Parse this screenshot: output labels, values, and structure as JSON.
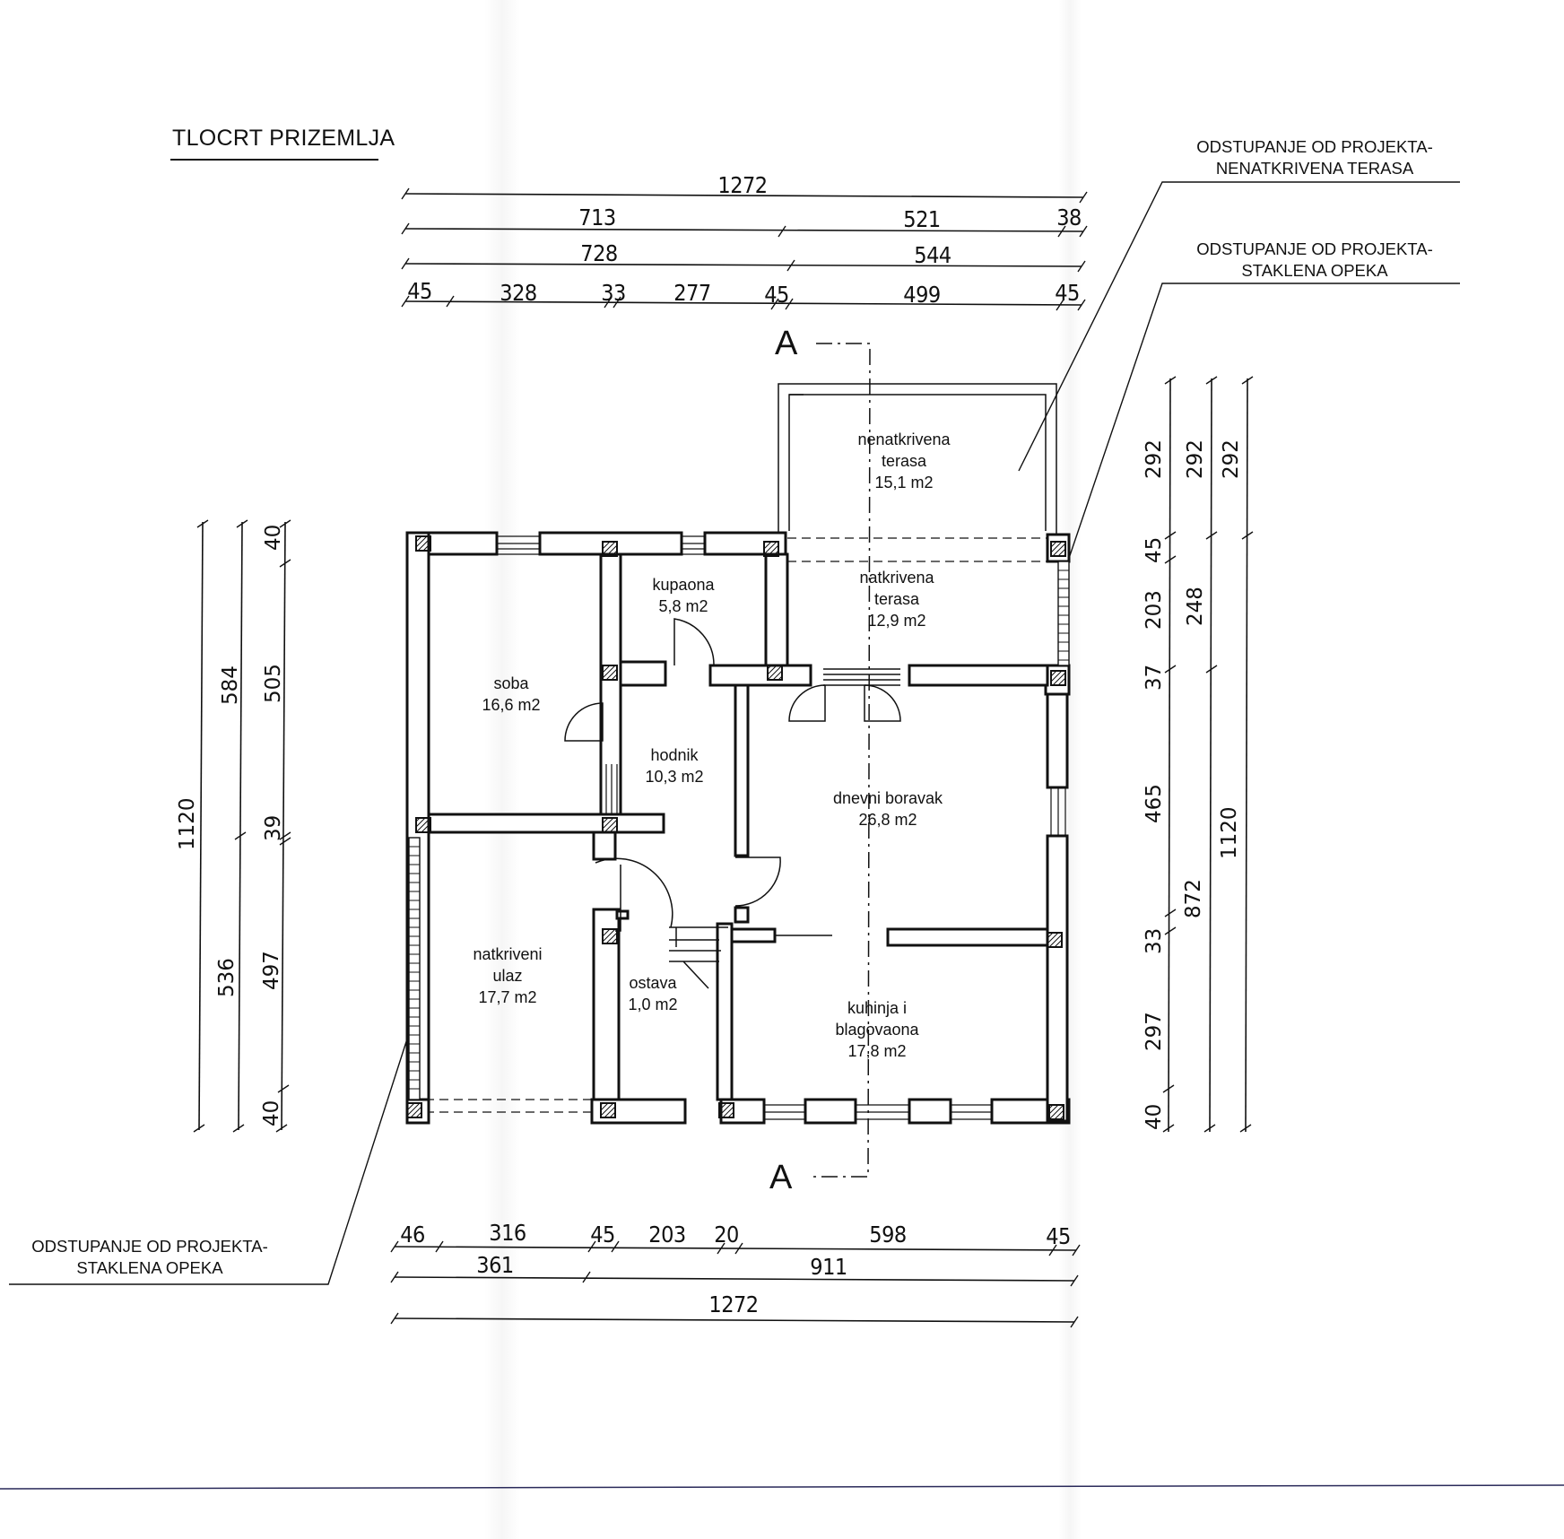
{
  "title": "TLOCRT PRIZEMLJA",
  "notes": {
    "terasa": [
      "ODSTUPANJE OD PROJEKTA-",
      "NENATKRIVENA TERASA"
    ],
    "opeka_right": [
      "ODSTUPANJE OD PROJEKTA-",
      "STAKLENA OPEKA"
    ],
    "opeka_left": [
      "ODSTUPANJE OD PROJEKTA-",
      "STAKLENA OPEKA"
    ]
  },
  "section_label": "A",
  "rooms": {
    "nenatkrivena_terasa": [
      "nenatkrivena",
      "terasa",
      "15,1  m2"
    ],
    "natkrivena_terasa": [
      "natkrivena",
      "terasa",
      "12,9  m2"
    ],
    "kupaona": [
      "kupaona",
      "5,8  m2"
    ],
    "soba": [
      "soba",
      "16,6  m2"
    ],
    "hodnik": [
      "hodnik",
      "10,3  m2"
    ],
    "dnevni_boravak": [
      "dnevni boravak",
      "26,8  m2"
    ],
    "natkriveni_ulaz": [
      "natkriveni",
      "ulaz",
      "17,7  m2"
    ],
    "ostava": [
      "ostava",
      "1,0  m2"
    ],
    "kuhinja": [
      "kuhinja i",
      "blagovaona",
      "17,8  m2"
    ]
  },
  "dims_top": {
    "r1": [
      "1272"
    ],
    "r2": [
      "713",
      "521",
      "38"
    ],
    "r3": [
      "728",
      "544"
    ],
    "r4": [
      "45",
      "328",
      "33",
      "277",
      "45",
      "499",
      "45"
    ]
  },
  "dims_bottom": {
    "r1": [
      "46",
      "316",
      "45",
      "203",
      "20",
      "598",
      "45"
    ],
    "r2": [
      "361",
      "911"
    ],
    "r3": [
      "1272"
    ]
  },
  "dims_left": {
    "c1": [
      "1120"
    ],
    "c2": [
      "584",
      "536"
    ],
    "c3": [
      "40",
      "505",
      "39",
      "497",
      "40"
    ]
  },
  "dims_right": {
    "c1": [
      "292",
      "45",
      "203",
      "37",
      "465",
      "33",
      "297",
      "40"
    ],
    "c2": [
      "292",
      "248",
      "872"
    ],
    "c3": [
      "292",
      "1120"
    ]
  }
}
